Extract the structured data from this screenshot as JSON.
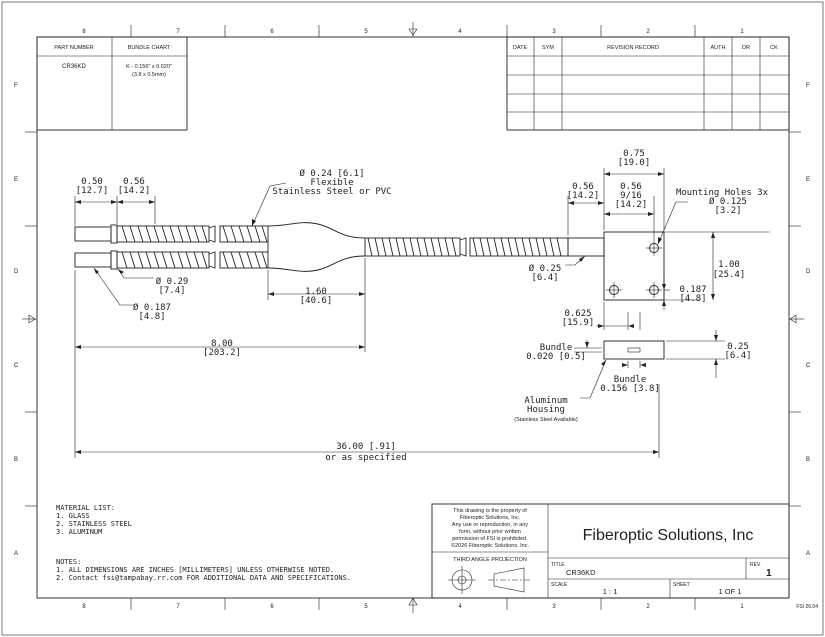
{
  "zones": {
    "columns": [
      "8",
      "7",
      "6",
      "5",
      "4",
      "3",
      "2",
      "1"
    ],
    "rows": [
      "F",
      "E",
      "D",
      "C",
      "B",
      "A"
    ]
  },
  "part_table": {
    "col1_header": "PART NUMBER",
    "col2_header": "BUNDLE CHART",
    "part_number": "CR36KD",
    "bundle_line1": "K - 0.156\" x 0.020\"",
    "bundle_line2": "(3.8 x 0.5mm)"
  },
  "revision_table": {
    "headers": [
      "DATE",
      "SYM",
      "REVISION RECORD",
      "AUTH",
      "DR",
      "CK"
    ]
  },
  "dimensions": {
    "d_050": "0.50",
    "d_127": "[12.7]",
    "d_056": "0.56",
    "d_142": "[14.2]",
    "d_024_line1": "Ø 0.24 [6.1]",
    "d_024_line2": "Flexible",
    "d_024_line3": "Stainless Steel or PVC",
    "d_029": "Ø 0.29",
    "d_74": "[7.4]",
    "d_0187": "Ø 0.187",
    "d_48": "[4.8]",
    "d_160": "1.60",
    "d_406": "[40.6]",
    "d_800": "8.00",
    "d_2032": "[203.2]",
    "d_3600_line1": "36.00 [.91]",
    "d_3600_line2": "or as specified",
    "d_075": "0.75",
    "d_190": "[19.0]",
    "d_056b": "0.56",
    "d_142b": "[14.2]",
    "d_056c": "0.56",
    "d_916": "9/16",
    "d_142c": "[14.2]",
    "mount_line1": "Mounting Holes 3x",
    "mount_line2": "Ø 0.125",
    "mount_line3": "[3.2]",
    "d_025": "Ø 0.25",
    "d_64": "[6.4]",
    "d_100": "1.00",
    "d_254": "[25.4]",
    "d_0187b": "0.187",
    "d_48b": "[4.8]",
    "d_0625": "0.625",
    "d_159": "[15.9]",
    "bundle_a_line1": "Bundle",
    "bundle_a_line2": "0.020 [0.5]",
    "d_025b": "0.25",
    "d_64b": "[6.4]",
    "bundle_b_line1": "Bundle",
    "bundle_b_line2": "0.156 [3.8]",
    "housing_line1": "Aluminum",
    "housing_line2": "Housing",
    "housing_line3": "(Stainless Steel Available)"
  },
  "material_list": {
    "title": "MATERIAL LIST:",
    "items": [
      "1.   GLASS",
      "2.   STAINLESS STEEL",
      "3.   ALUMINUM"
    ]
  },
  "notes": {
    "title": "NOTES:",
    "items": [
      "1.   ALL DIMENSIONS ARE INCHES [MILLIMETERS] UNLESS OTHERWISE NOTED.",
      "2.   Contact fsi@tampabay.rr.com FOR ADDITIONAL DATA AND SPECIFICATIONS."
    ]
  },
  "title_block": {
    "property_lines": [
      "This drawing is the property of",
      "Fiberoptic Solutions, Inc.",
      "Any use or reproduction, in any",
      "form, without prior written",
      "permission of FSI is prohibited.",
      "©2026 Fiberoptic Solutions, Inc."
    ],
    "projection": "THIRD ANGLE PROJECTION",
    "company": "Fiberoptic Solutions, Inc",
    "title_label": "TITLE",
    "title_value": "CR36KD",
    "rev_label": "REV",
    "rev_value": "1",
    "scale_label": "SCALE",
    "scale_value": "1 : 1",
    "sheet_label": "SHEET",
    "sheet_value": "1   OF  1",
    "form_code": "FSI 26.04"
  }
}
